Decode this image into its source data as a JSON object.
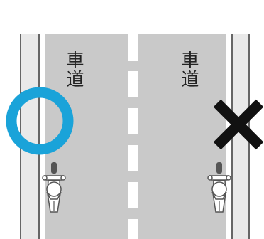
{
  "road": {
    "lane_left_label": [
      "車",
      "道"
    ],
    "lane_right_label": [
      "車",
      "道"
    ]
  },
  "marks": {
    "correct_mark": "circle",
    "incorrect_mark": "cross"
  },
  "colors": {
    "road_surface": "#c9c9c9",
    "lane_line": "#ffffff",
    "edge_line": "#666666",
    "correct": "#1aa3d9",
    "incorrect": "#111111",
    "rider_fill": "#ffffff",
    "rider_outline": "#555555"
  }
}
